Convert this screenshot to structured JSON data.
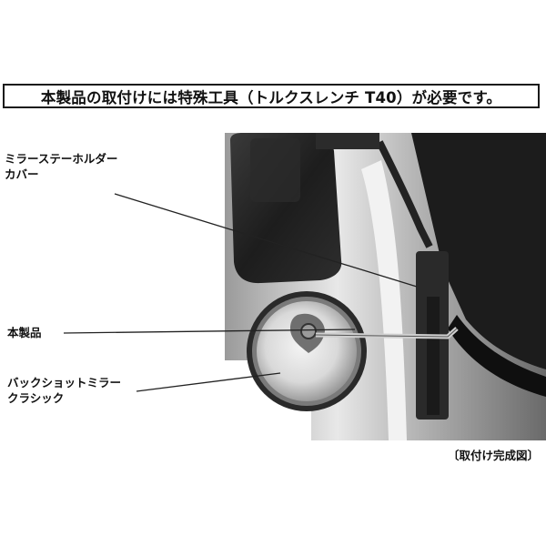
{
  "notice": {
    "text": "本製品の取付けには特殊工具（トルクスレンチ T40）が必要です。"
  },
  "photo": {
    "description": "Installed back-shot mirror mounted on truck mirror stay",
    "tone": "grayscale"
  },
  "labels": [
    {
      "id": "stay-holder-cover",
      "lines": [
        "ミラーステーホルダー",
        "カバー"
      ]
    },
    {
      "id": "this-product",
      "lines": [
        "本製品"
      ]
    },
    {
      "id": "backshot-mirror-classic",
      "lines": [
        "バックショットミラー",
        "クラシック"
      ]
    }
  ],
  "caption": {
    "text": "〔取付け完成図〕"
  }
}
